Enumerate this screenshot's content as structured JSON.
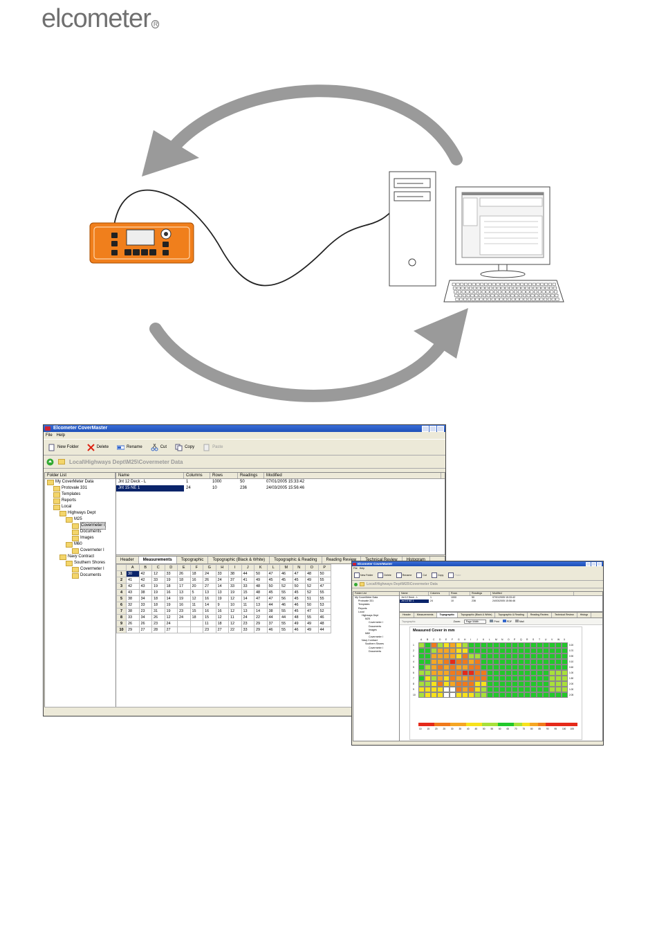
{
  "logo": {
    "text": "elcometer",
    "reg_mark": "R"
  },
  "main_window": {
    "title": "Elcometer CoverMaster",
    "menu": [
      "File",
      "Help"
    ],
    "toolbar": [
      "New Folder",
      "Delete",
      "Rename",
      "Cut",
      "Copy",
      "Paste"
    ],
    "address": "Local\\Highways Dept\\M25\\Covermeter Data",
    "folder_list_header": "Folder List",
    "tree": [
      {
        "label": "My CoverMeter Data",
        "level": 0
      },
      {
        "label": "Protovale 331",
        "level": 1
      },
      {
        "label": "Templates",
        "level": 1
      },
      {
        "label": "Reports",
        "level": 1
      },
      {
        "label": "Local",
        "level": 1
      },
      {
        "label": "Highways Dept",
        "level": 2
      },
      {
        "label": "M25",
        "level": 3
      },
      {
        "label": "Covermeter I",
        "level": 4
      },
      {
        "label": "Documents",
        "level": 4
      },
      {
        "label": "Images",
        "level": 4
      },
      {
        "label": "M60",
        "level": 3
      },
      {
        "label": "Covermeter I",
        "level": 4
      },
      {
        "label": "Navy Contract",
        "level": 2
      },
      {
        "label": "Southern Shores",
        "level": 3
      },
      {
        "label": "Covermeter I",
        "level": 4
      },
      {
        "label": "Documents",
        "level": 4
      }
    ],
    "list_columns": [
      "Name",
      "Columns",
      "Rows",
      "Readings",
      "Modified"
    ],
    "list_rows": [
      [
        "Jnt 12 Deck - L",
        "1",
        "1000",
        "50",
        "07/01/2005 15:33:42"
      ],
      [
        "Jnt 15 NE 1",
        "24",
        "10",
        "236",
        "24/03/2005 15:56:46"
      ]
    ],
    "tabs": [
      "Header",
      "Measurements",
      "Topographic",
      "Topographic (Black & White)",
      "Topographic & Reading",
      "Reading Review",
      "Technical Review",
      "Histogram"
    ],
    "grid_columns": [
      "A",
      "B",
      "C",
      "D",
      "E",
      "F",
      "G",
      "H",
      "I",
      "J",
      "K",
      "L",
      "M",
      "N",
      "O",
      "P"
    ],
    "grid_rows": [
      [
        "1",
        "30",
        "42",
        "12",
        "33",
        "26",
        "18",
        "24",
        "33",
        "38",
        "44",
        "50",
        "47",
        "46",
        "47",
        "48",
        "50"
      ],
      [
        "2",
        "41",
        "42",
        "33",
        "19",
        "18",
        "16",
        "26",
        "24",
        "37",
        "41",
        "49",
        "45",
        "45",
        "45",
        "49",
        "55"
      ],
      [
        "3",
        "42",
        "43",
        "19",
        "18",
        "17",
        "20",
        "27",
        "14",
        "33",
        "33",
        "48",
        "50",
        "52",
        "50",
        "52",
        "47"
      ],
      [
        "4",
        "43",
        "38",
        "19",
        "16",
        "13",
        "5",
        "13",
        "13",
        "19",
        "15",
        "48",
        "45",
        "55",
        "45",
        "52",
        "55"
      ],
      [
        "5",
        "38",
        "34",
        "18",
        "14",
        "19",
        "12",
        "16",
        "19",
        "12",
        "14",
        "47",
        "47",
        "56",
        "45",
        "51",
        "55"
      ],
      [
        "6",
        "32",
        "33",
        "18",
        "19",
        "16",
        "11",
        "14",
        "9",
        "10",
        "11",
        "13",
        "44",
        "46",
        "46",
        "50",
        "53"
      ],
      [
        "7",
        "38",
        "23",
        "31",
        "19",
        "23",
        "15",
        "16",
        "16",
        "12",
        "13",
        "14",
        "38",
        "55",
        "45",
        "47",
        "52"
      ],
      [
        "8",
        "33",
        "34",
        "26",
        "12",
        "24",
        "18",
        "15",
        "12",
        "11",
        "24",
        "22",
        "44",
        "44",
        "48",
        "55",
        "46"
      ],
      [
        "9",
        "26",
        "26",
        "23",
        "24",
        "",
        "",
        "11",
        "18",
        "12",
        "23",
        "29",
        "37",
        "55",
        "49",
        "49",
        "48"
      ],
      [
        "10",
        "29",
        "27",
        "28",
        "27",
        "",
        "",
        "23",
        "27",
        "22",
        "33",
        "29",
        "46",
        "55",
        "46",
        "49",
        "44"
      ]
    ]
  },
  "second_window": {
    "title": "Elcometer CoverMaster",
    "menu": [
      "File",
      "Help"
    ],
    "toolbar": [
      "New Folder",
      "Delete",
      "Rename",
      "Cut",
      "Copy",
      "Paste"
    ],
    "address": "Local\\Highways Dept\\M25\\Covermeter Data",
    "folder_list_header": "Folder List",
    "tree": [
      "My CoverMeter Data",
      "Protovale 331",
      "Templates",
      "Reports",
      "Local",
      "Highways Dept",
      "M25",
      "Covermeter I",
      "Documents",
      "Images",
      "M60",
      "Covermeter I",
      "Navy Contract",
      "Southern Shores",
      "Covermeter I",
      "Documents"
    ],
    "list_columns": [
      "Name",
      "Columns",
      "Rows",
      "Readings",
      "Modified"
    ],
    "list_rows": [
      [
        "Jnt 12 Deck - L",
        "1",
        "1000",
        "50",
        "07/01/2005 15:33:42"
      ],
      [
        "Jnt 15 NE 1",
        "24",
        "10",
        "236",
        "24/03/2005 15:56:46"
      ]
    ],
    "tabs": [
      "Header",
      "Measurements",
      "Topographic",
      "Topographic (Black & White)",
      "Topographic & Reading",
      "Reading Review",
      "Technical Review",
      "Histogr"
    ],
    "sub_toolbar": {
      "section": "Topographic",
      "zoom_label": "Zoom:",
      "zoom_value": "Page Width",
      "print": "Print",
      "pdf": "PDF",
      "mail": "Mail"
    },
    "chart_title": "Measured Cover in mm",
    "col_letters": [
      "A",
      "B",
      "C",
      "D",
      "E",
      "F",
      "G",
      "H",
      "I",
      "J",
      "K",
      "L",
      "M",
      "N",
      "O",
      "P",
      "Q",
      "R",
      "S",
      "T",
      "U",
      "V",
      "W",
      "X"
    ],
    "row_labels": [
      "1",
      "2",
      "3",
      "4",
      "5",
      "6",
      "7",
      "8",
      "9",
      "10"
    ],
    "right_labels": [
      "0.20",
      "0.70",
      "0.90",
      "0.10",
      "0.60",
      "1.00",
      "1.50",
      "2.00",
      "1.00",
      "2.05"
    ],
    "legend": [
      "10",
      "15",
      "20",
      "25",
      "30",
      "35",
      "40",
      "45",
      "50",
      "55",
      "60",
      "65",
      "70",
      "75",
      "80",
      "85",
      "90",
      "95",
      "100",
      "105"
    ],
    "colors": {
      "red": "#e52a1a",
      "orange": "#f07a1c",
      "amber": "#f5a623",
      "yellow": "#f7e21c",
      "lime": "#a8e03a",
      "green": "#22c82a"
    }
  }
}
